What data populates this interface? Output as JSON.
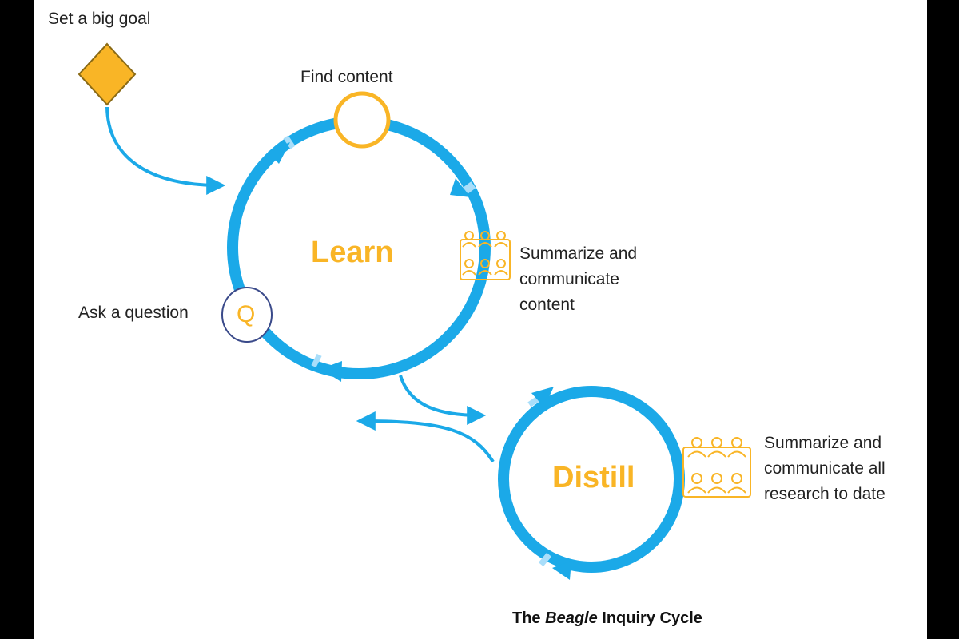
{
  "diagram": {
    "start_label": "Set a big goal",
    "learn_cycle": {
      "title": "Learn",
      "steps": {
        "find": "Find content",
        "summarize": [
          "Summarize and",
          "communicate",
          "content"
        ],
        "ask": "Ask a question"
      }
    },
    "distill_cycle": {
      "title": "Distill",
      "steps": {
        "summarize_all": [
          "Summarize and",
          "communicate all",
          "research to date"
        ]
      }
    },
    "question_glyph": "Q",
    "caption": {
      "prefix": "The ",
      "emphasis": "Beagle",
      "suffix": " Inquiry Cycle"
    },
    "icons": {
      "start": "diamond-icon",
      "find": "circle-icon",
      "summarize": "group-people-icon",
      "ask": "question-q-icon"
    },
    "colors": {
      "cycle": "#1ba9e8",
      "accent": "#f9b526",
      "diamond_fill": "#f9b526",
      "ask_ring": "#3a4a8a",
      "text": "#222222"
    }
  }
}
